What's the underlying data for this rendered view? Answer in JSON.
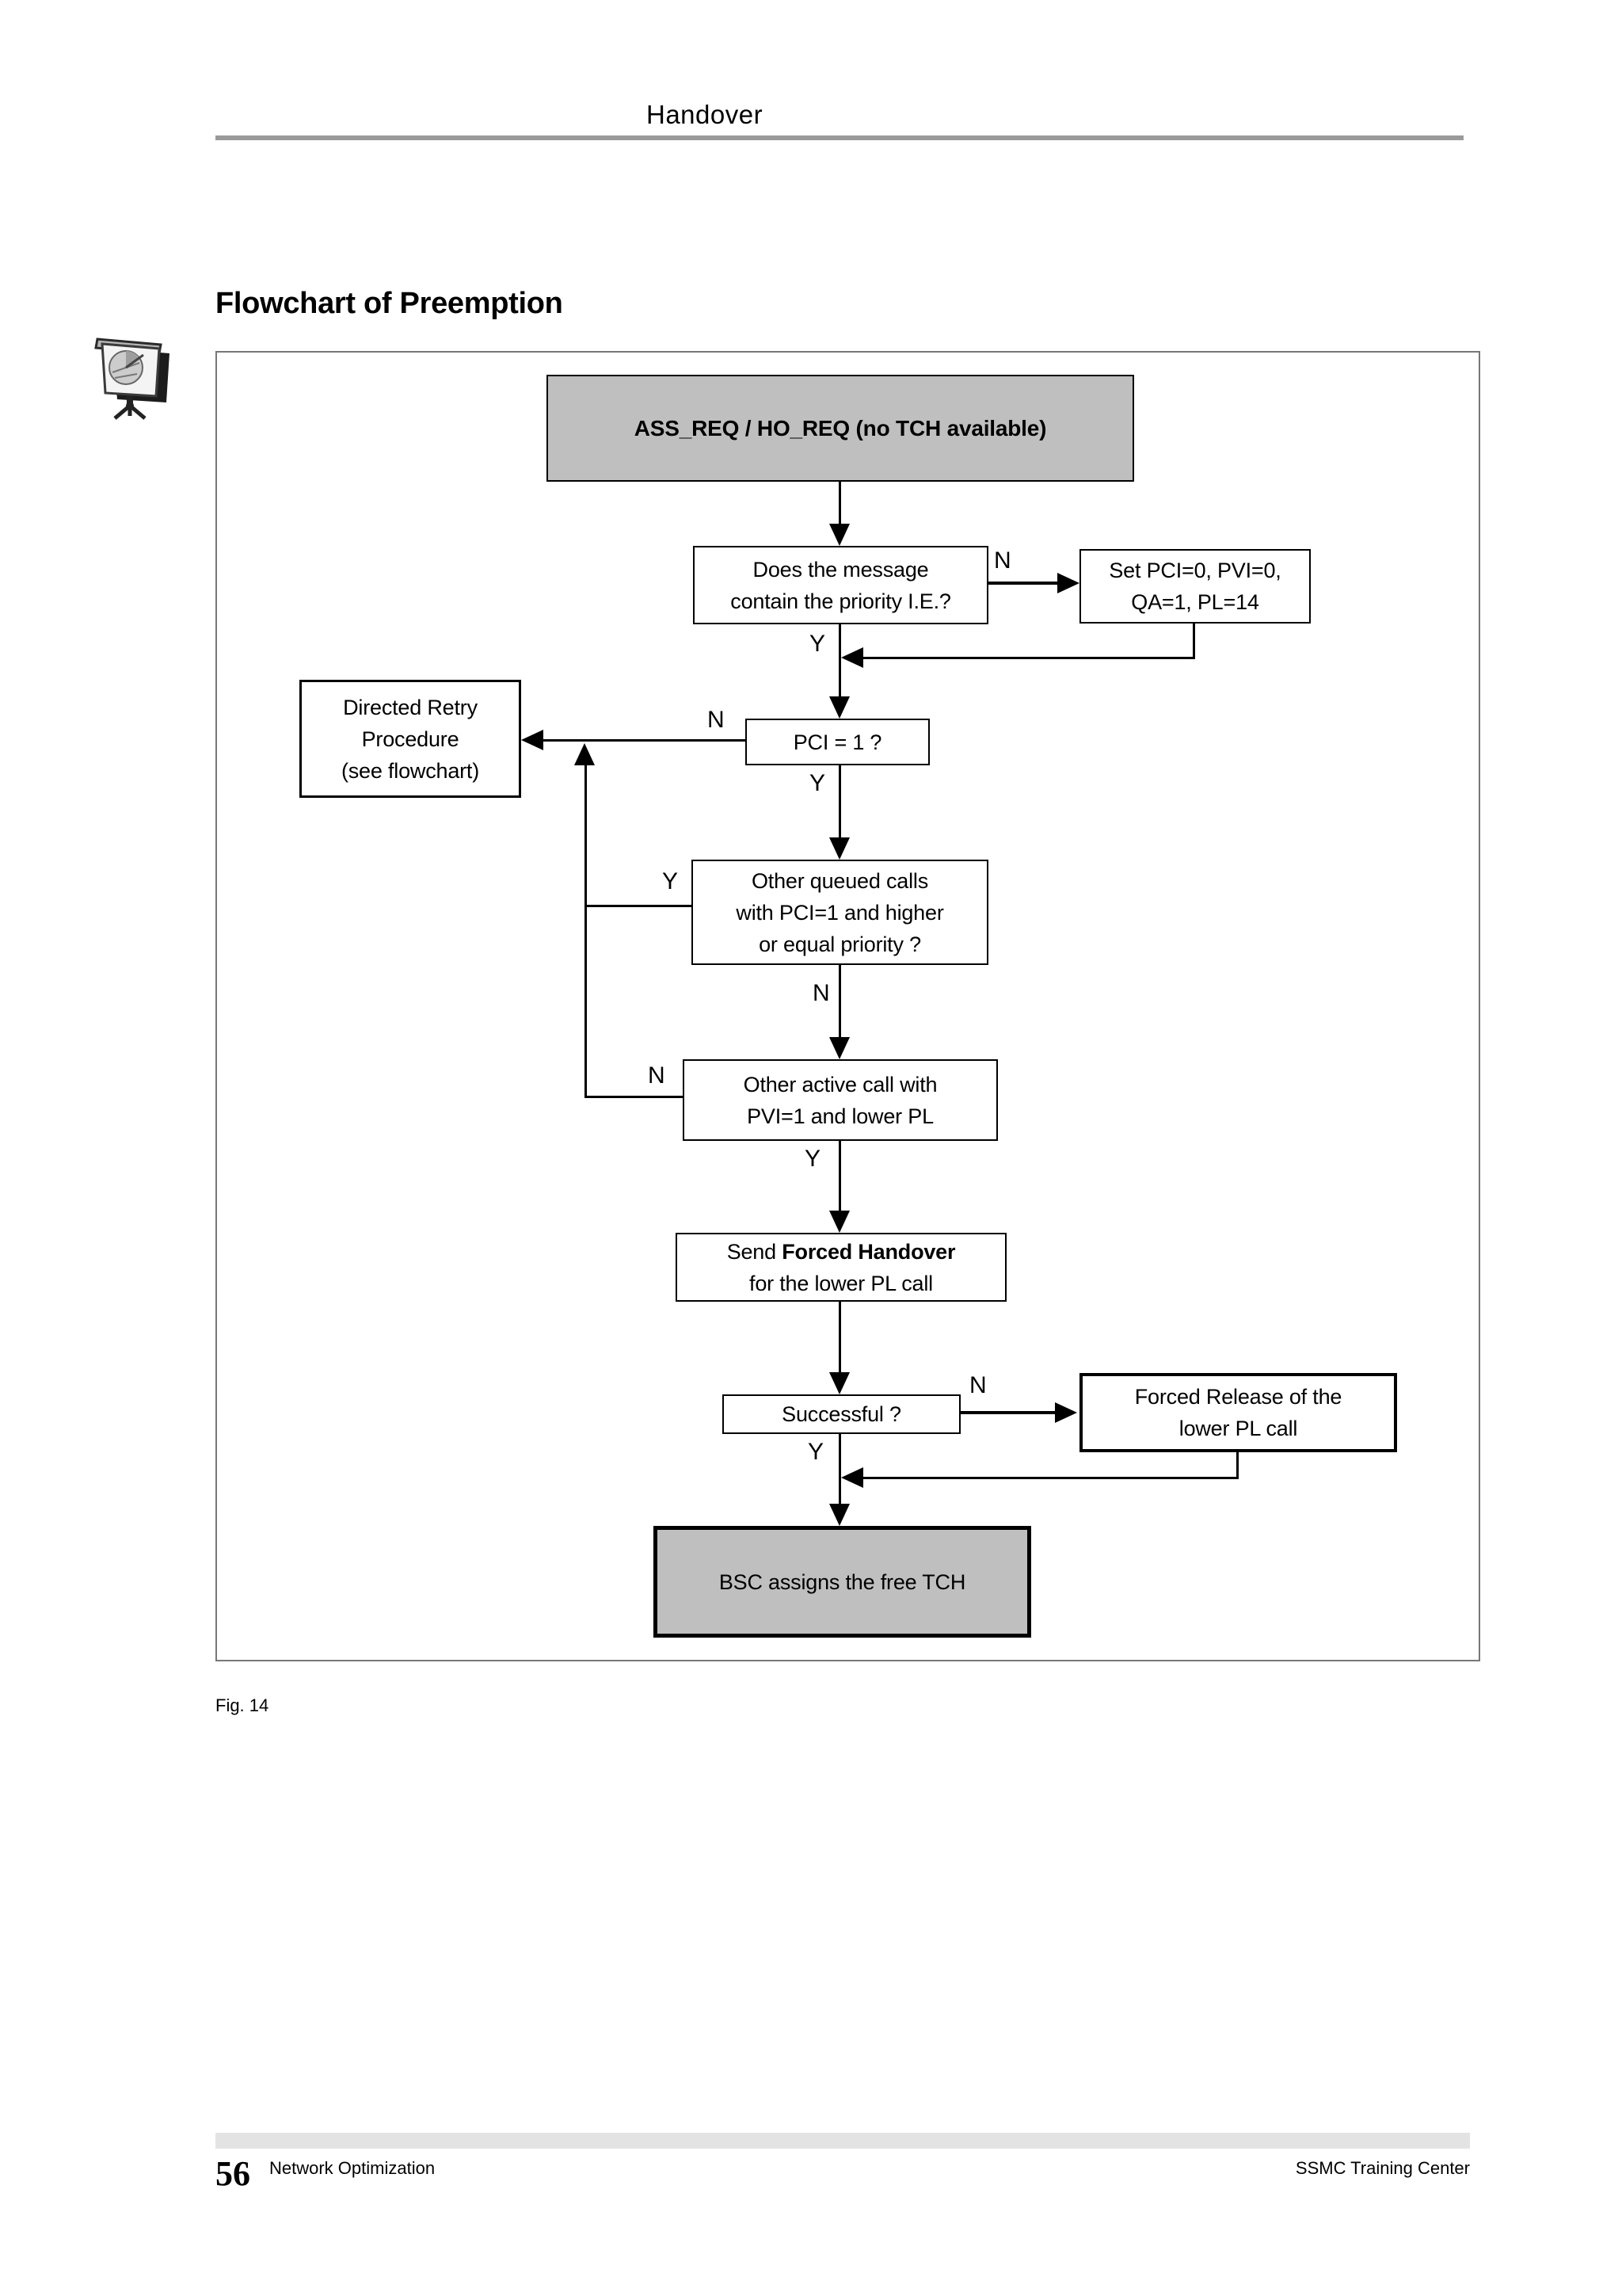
{
  "page": {
    "header_title": "Handover",
    "section_title": "Flowchart of Preemption",
    "figure_caption": "Fig. 14",
    "footer": {
      "page_number": "56",
      "left_text": "Network Optimization",
      "right_text": "SSMC Training Center"
    }
  },
  "icon": {
    "name": "presentation-screen-icon"
  },
  "colors": {
    "node_fill_gray": "#bfbfbf",
    "connector_black": "#000000",
    "header_rule_gray": "#9a9a9a",
    "footer_bar_gray": "#e3e3e3",
    "frame_border_gray": "#777777"
  },
  "flowchart": {
    "start": "ASS_REQ / HO_REQ (no TCH available)",
    "priority_check": {
      "line1": "Does the message",
      "line2": "contain the priority I.E.?"
    },
    "set_defaults": {
      "line1": "Set PCI=0, PVI=0,",
      "line2": "QA=1, PL=14"
    },
    "directed_retry": {
      "line1": "Directed Retry",
      "line2": "Procedure",
      "line3": "(see flowchart)"
    },
    "pci_check": "PCI = 1 ?",
    "queued_check": {
      "line1": "Other queued calls",
      "line2": "with PCI=1 and higher",
      "line3": "or equal priority ?"
    },
    "active_check": {
      "line1": "Other active call with",
      "line2": "PVI=1 and lower PL"
    },
    "forced_handover": {
      "prefix": "Send ",
      "emphasis": "Forced Handover",
      "line2": "for the lower PL call"
    },
    "successful_check": "Successful ?",
    "forced_release": {
      "line1": "Forced Release of the",
      "line2": "lower PL call"
    },
    "assign_tch": "BSC assigns the free TCH",
    "labels": {
      "yes": "Y",
      "no": "N"
    }
  }
}
